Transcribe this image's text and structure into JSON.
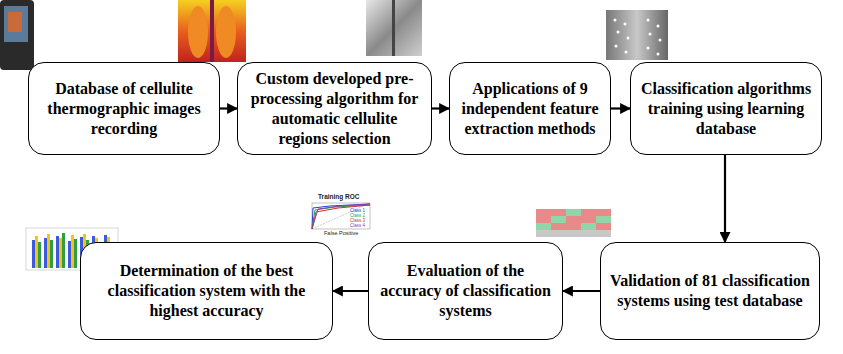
{
  "diagram": {
    "nodes": [
      {
        "text": [
          "Database of cellulite thermographic images recording"
        ]
      },
      {
        "text": [
          "Custom developed pre-processing algorithm for automatic cellulite regions selection"
        ]
      },
      {
        "text": [
          "Applications of 9 independent feature extraction methods"
        ]
      },
      {
        "text": [
          "Classification algorithms training using learning database"
        ]
      },
      {
        "text": [
          "Validation of 81 classification systems using test database"
        ]
      },
      {
        "text": [
          "Evaluation of the accuracy of classification systems"
        ]
      },
      {
        "text": [
          "Determination of the best classification system with the highest accuracy"
        ]
      }
    ],
    "edges": [
      {
        "from": 0,
        "to": 1,
        "arrow": "to"
      },
      {
        "from": 1,
        "to": 2,
        "arrow": "to"
      },
      {
        "from": 2,
        "to": 3,
        "arrow": "to"
      },
      {
        "from": 3,
        "to": 4,
        "arrow": "to"
      },
      {
        "from": 4,
        "to": 5,
        "arrow": "to"
      },
      {
        "from": 5,
        "to": 6,
        "arrow": "to"
      }
    ],
    "labels": [
      "Training ROC",
      "Class 1",
      "Class 2",
      "Class 3",
      "Class 4",
      "False Positive"
    ]
  }
}
